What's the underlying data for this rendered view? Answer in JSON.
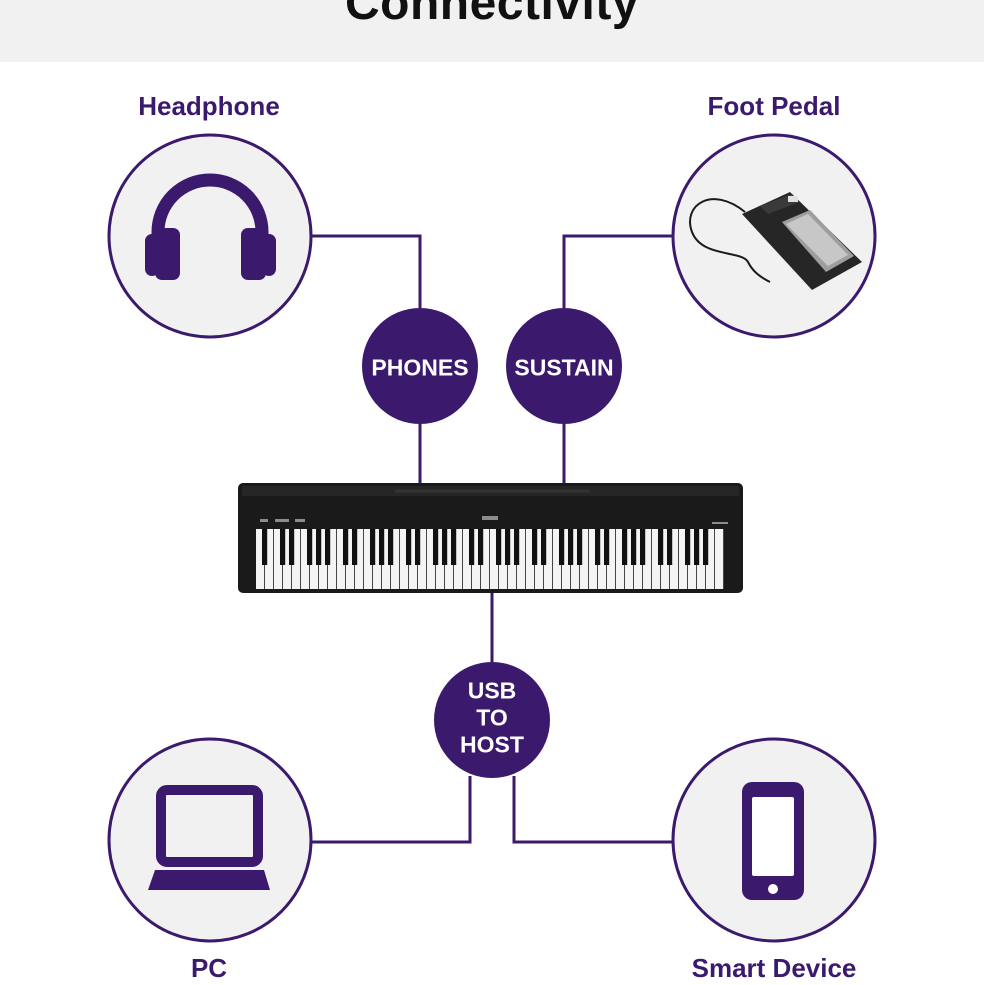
{
  "header": {
    "title": "Connectivity"
  },
  "devices": {
    "headphone": {
      "label": "Headphone",
      "icon": "headphone-icon"
    },
    "foot_pedal": {
      "label": "Foot Pedal",
      "icon": "foot-pedal-image"
    },
    "pc": {
      "label": "PC",
      "icon": "laptop-icon"
    },
    "smart_device": {
      "label": "Smart Device",
      "icon": "smartphone-icon"
    }
  },
  "ports": {
    "phones": "PHONES",
    "sustain": "SUSTAIN",
    "usb_line1": "USB",
    "usb_line2": "TO",
    "usb_line3": "HOST"
  },
  "colors": {
    "accent": "#3b1a6e",
    "circle_fill": "#f1f1f1",
    "header_bg": "#f1f1f1",
    "piano_body": "#1a1a1a"
  }
}
